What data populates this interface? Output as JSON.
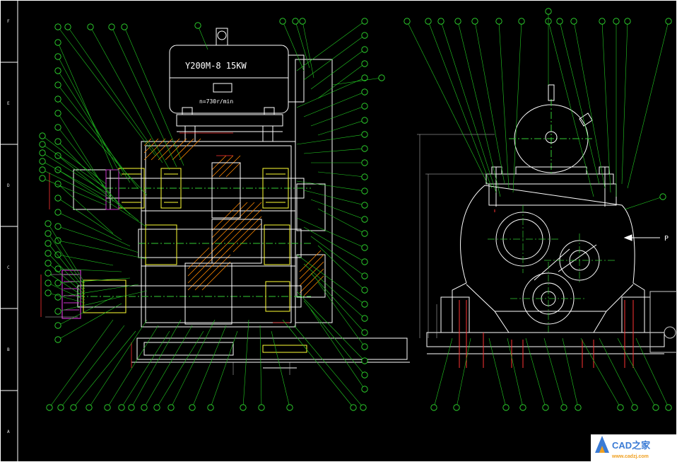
{
  "motor": {
    "model_label": "Y200M-8 15KW",
    "speed_label": "n=730r/min"
  },
  "side_view": {
    "direction_label": "P"
  },
  "frame": {
    "zone_labels": [
      "F",
      "E",
      "D",
      "C",
      "B",
      "A"
    ]
  },
  "watermark": {
    "brand_text": "CAD之家",
    "url_text": "www.cadzj.com"
  },
  "colors": {
    "background": "#000000",
    "outline": "#ffffff",
    "leader_lines": "#22cc22",
    "centerlines": "#33cc33",
    "dimension_text": "#ff3333",
    "hatching": "#ff8800",
    "bearings": "#ffff33",
    "section_cut": "#cc33cc",
    "balloon_circles": "#33ee33"
  }
}
